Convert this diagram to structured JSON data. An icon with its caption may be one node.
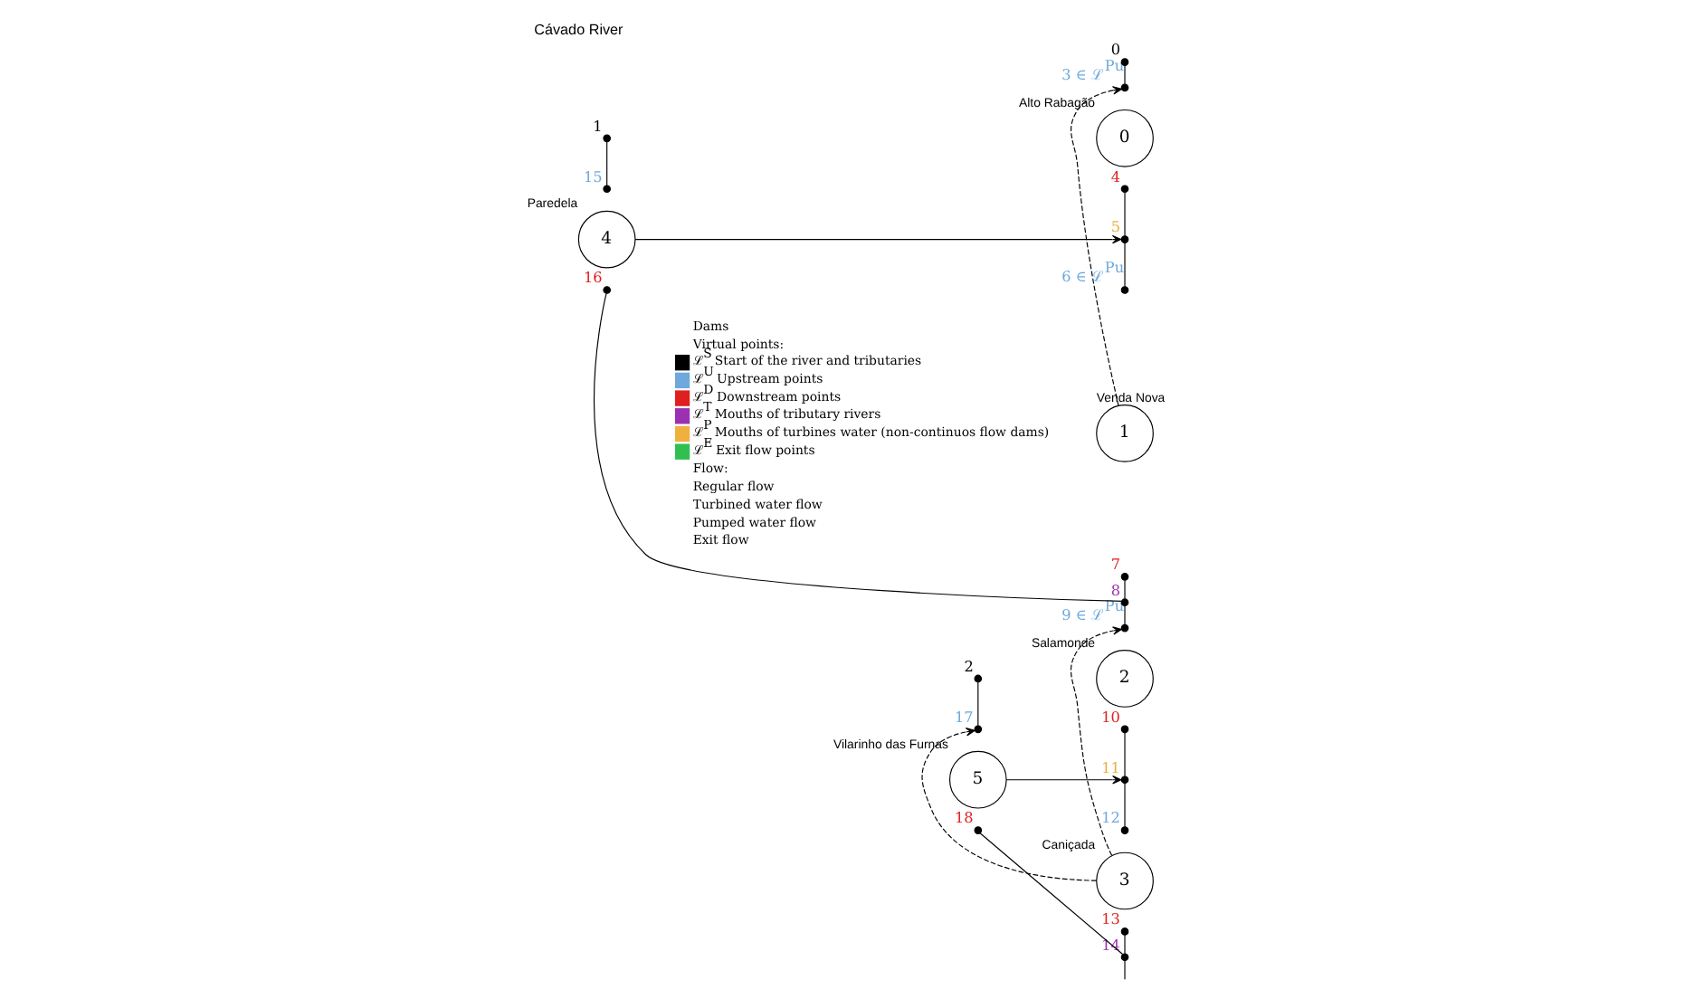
{
  "diagram": {
    "title": "Cávado River",
    "nodes": [
      {
        "text": [
          "0"
        ],
        "beside": [
          "Alto Rabagão"
        ]
      },
      {
        "text": [
          "1"
        ],
        "beside": [
          "Venda Nova"
        ]
      },
      {
        "text": [
          "2"
        ],
        "beside": [
          "Salamonde"
        ]
      },
      {
        "text": [
          "3"
        ],
        "beside": [
          "Caniçada"
        ]
      },
      {
        "text": [
          "4"
        ],
        "beside": [
          "Paredela"
        ]
      },
      {
        "text": [
          "5"
        ],
        "beside": [
          "Vilarinho das Furnas"
        ]
      },
      {
        "text": [],
        "shape": "dot",
        "beside": [
          "0"
        ]
      },
      {
        "text": [],
        "shape": "dot",
        "beside": [
          "1"
        ]
      },
      {
        "text": [],
        "shape": "dot",
        "beside": [
          "2"
        ]
      },
      {
        "text": [],
        "shape": "dot",
        "beside": [
          "3 ∈ ℒ$^{Pu}$"
        ]
      },
      {
        "text": [],
        "shape": "dot",
        "beside": [
          "4"
        ]
      },
      {
        "text": [],
        "shape": "dot",
        "beside": [
          "5"
        ]
      },
      {
        "text": [],
        "shape": "dot",
        "beside": [
          "6 ∈ ℒ$^{Pu}$"
        ]
      },
      {
        "text": [],
        "shape": "dot",
        "beside": [
          "7"
        ]
      },
      {
        "text": [],
        "shape": "dot",
        "beside": [
          "8"
        ]
      },
      {
        "text": [],
        "shape": "dot",
        "beside": [
          "9 ∈ ℒ$^{Pu}$"
        ]
      },
      {
        "text": [],
        "shape": "dot",
        "beside": [
          "10"
        ]
      },
      {
        "text": [],
        "shape": "dot",
        "beside": [
          "11"
        ]
      },
      {
        "text": [],
        "shape": "dot",
        "beside": [
          "12"
        ]
      },
      {
        "text": [],
        "shape": "dot",
        "beside": [
          "13"
        ]
      },
      {
        "text": [],
        "shape": "dot",
        "beside": [
          "14"
        ]
      },
      {
        "text": [],
        "shape": "dot",
        "beside": [
          "15"
        ]
      },
      {
        "text": [],
        "shape": "dot",
        "beside": [
          "16"
        ]
      },
      {
        "text": [],
        "shape": "dot",
        "beside": [
          "17"
        ]
      },
      {
        "text": [],
        "shape": "dot",
        "beside": [
          "18"
        ]
      }
    ],
    "edges": [
      {
        "from": 6,
        "to": 9,
        "arrow": "none"
      },
      {
        "from": 10,
        "to": 11,
        "arrow": "none"
      },
      {
        "from": 11,
        "to": 12,
        "arrow": "none"
      },
      {
        "from": 13,
        "to": 14,
        "arrow": "none"
      },
      {
        "from": 14,
        "to": 15,
        "arrow": "none"
      },
      {
        "from": 16,
        "to": 17,
        "arrow": "none"
      },
      {
        "from": 17,
        "to": 18,
        "arrow": "none"
      },
      {
        "from": 19,
        "to": 20,
        "arrow": "none"
      },
      {
        "from": 20,
        "to": null,
        "arrow": "none"
      },
      {
        "from": 7,
        "to": 21,
        "arrow": "none"
      },
      {
        "from": 22,
        "to": 14,
        "arrow": "none"
      },
      {
        "from": 8,
        "to": 23,
        "arrow": "none"
      },
      {
        "from": 24,
        "to": 20,
        "arrow": "none"
      },
      {
        "from": 4,
        "to": 11,
        "arrow": "to"
      },
      {
        "from": 5,
        "to": 17,
        "arrow": "to"
      },
      {
        "from": 1,
        "to": 9,
        "arrow": "to",
        "style": "dashed"
      },
      {
        "from": 3,
        "to": 15,
        "arrow": "to",
        "style": "dashed"
      },
      {
        "from": 3,
        "to": 23,
        "arrow": "to",
        "style": "dashed"
      }
    ],
    "legend": [
      {
        "text": "Dams"
      },
      {
        "text": "Virtual points:"
      },
      {
        "text": "ℒ$^{S}$ Start of the river and tributaries",
        "color": "#000000"
      },
      {
        "text": "ℒ$^{U}$ Upstream points",
        "color": "#6fa8dc"
      },
      {
        "text": "ℒ$^{D}$ Downstream points",
        "color": "#e02020"
      },
      {
        "text": "ℒ$^{T}$ Mouths of tributary rivers",
        "color": "#9b30b0"
      },
      {
        "text": "ℒ$^{P}$ Mouths of turbines water (non-continuos flow dams)",
        "color": "#f0b040"
      },
      {
        "text": "ℒ$^{E}$ Exit flow points",
        "color": "#30c050"
      },
      {
        "text": "Flow:"
      },
      {
        "text": "Regular flow"
      },
      {
        "text": "Turbined water flow"
      },
      {
        "text": "Pumped water flow"
      },
      {
        "text": "Exit flow"
      }
    ]
  }
}
